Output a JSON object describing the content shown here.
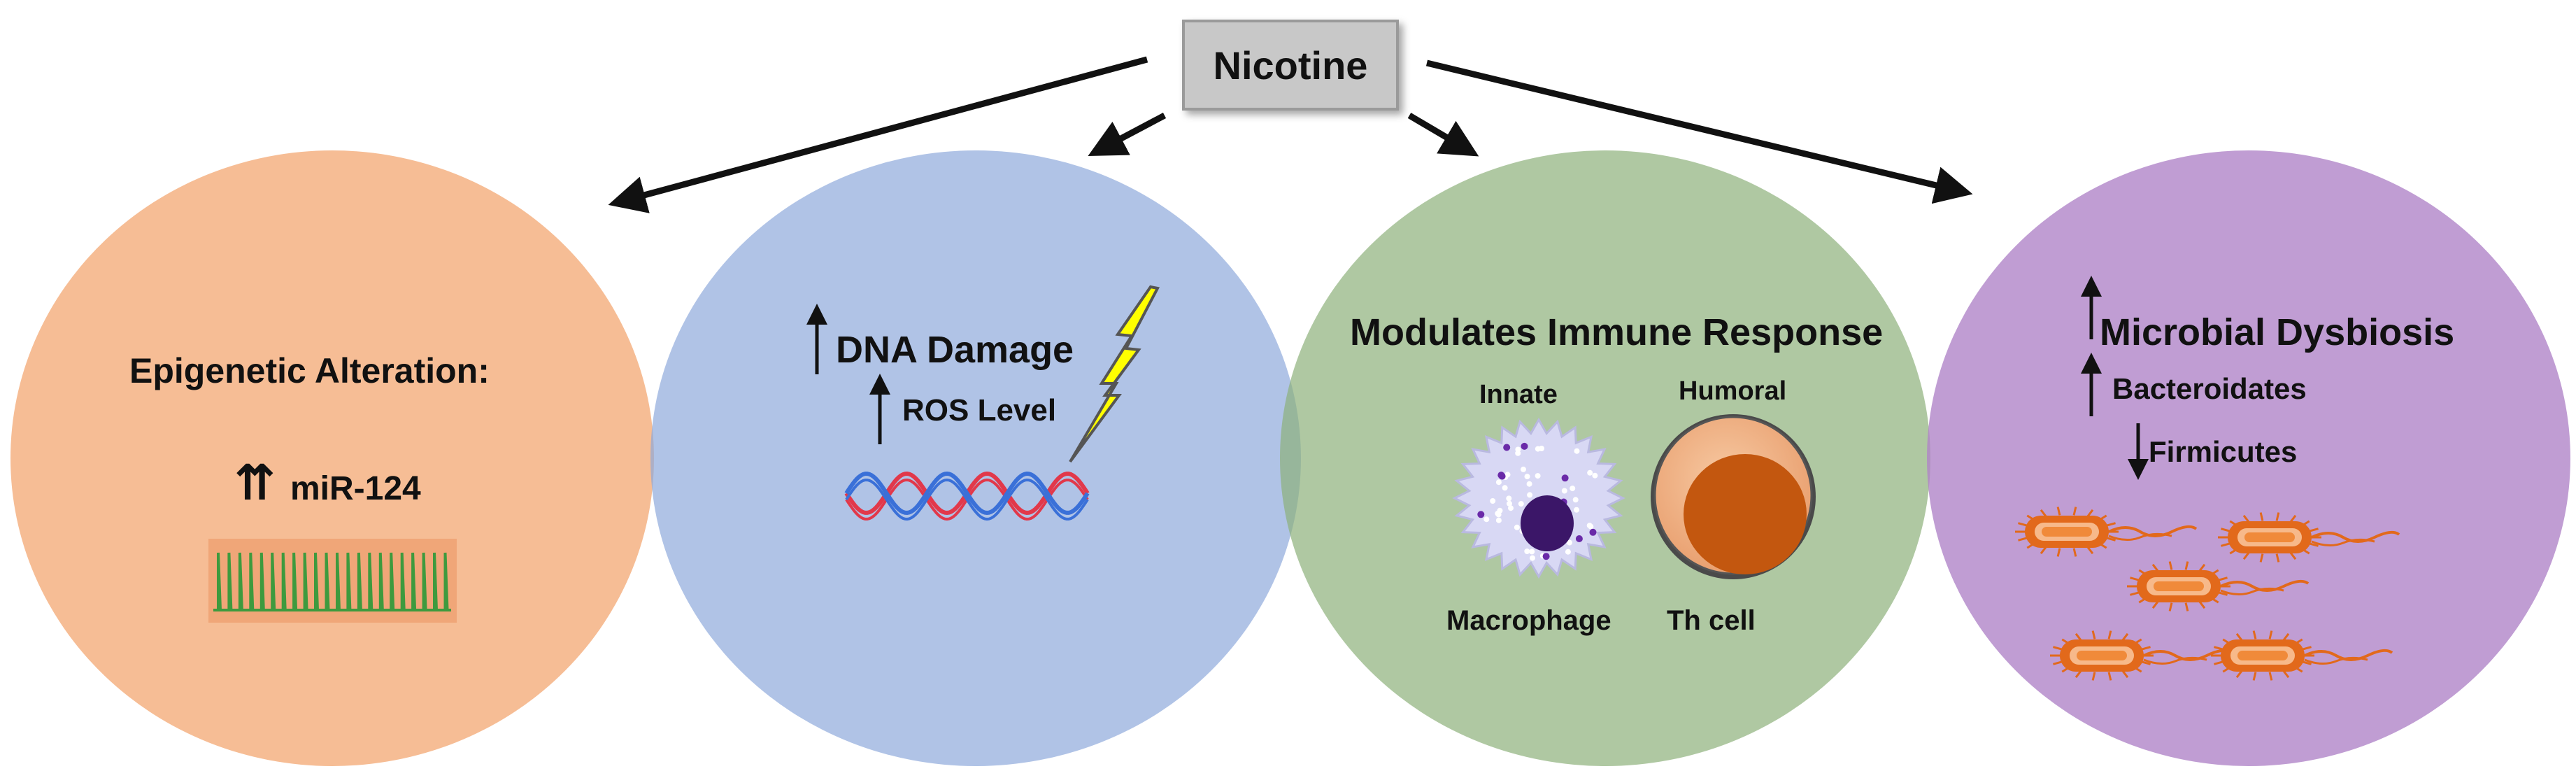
{
  "source": {
    "label": "Nicotine"
  },
  "colors": {
    "epigenetic": "#f4b183",
    "dna": "#8faadc",
    "immune": "#8db07a",
    "microbial": "#b084c8",
    "arrow": "#111111",
    "bacteria": "#e2691b"
  },
  "epigenetic": {
    "title": "Epigenetic Alteration:",
    "marker": "miR-124",
    "marker_arrow": "⇈"
  },
  "dna": {
    "title": "DNA Damage",
    "sub": "ROS Level",
    "icons": [
      "lightning-bolt",
      "dna-helix"
    ]
  },
  "immune": {
    "title": "Modulates Immune Response",
    "innate": "Innate",
    "humoral": "Humoral",
    "macrophage": "Macrophage",
    "th_cell": "Th cell"
  },
  "microbial": {
    "title": "Microbial Dysbiosis",
    "bacteroidates": "Bacteroidates",
    "firmicutes": "Firmicutes",
    "up_arrow": "↑",
    "down_arrow": "↓"
  }
}
